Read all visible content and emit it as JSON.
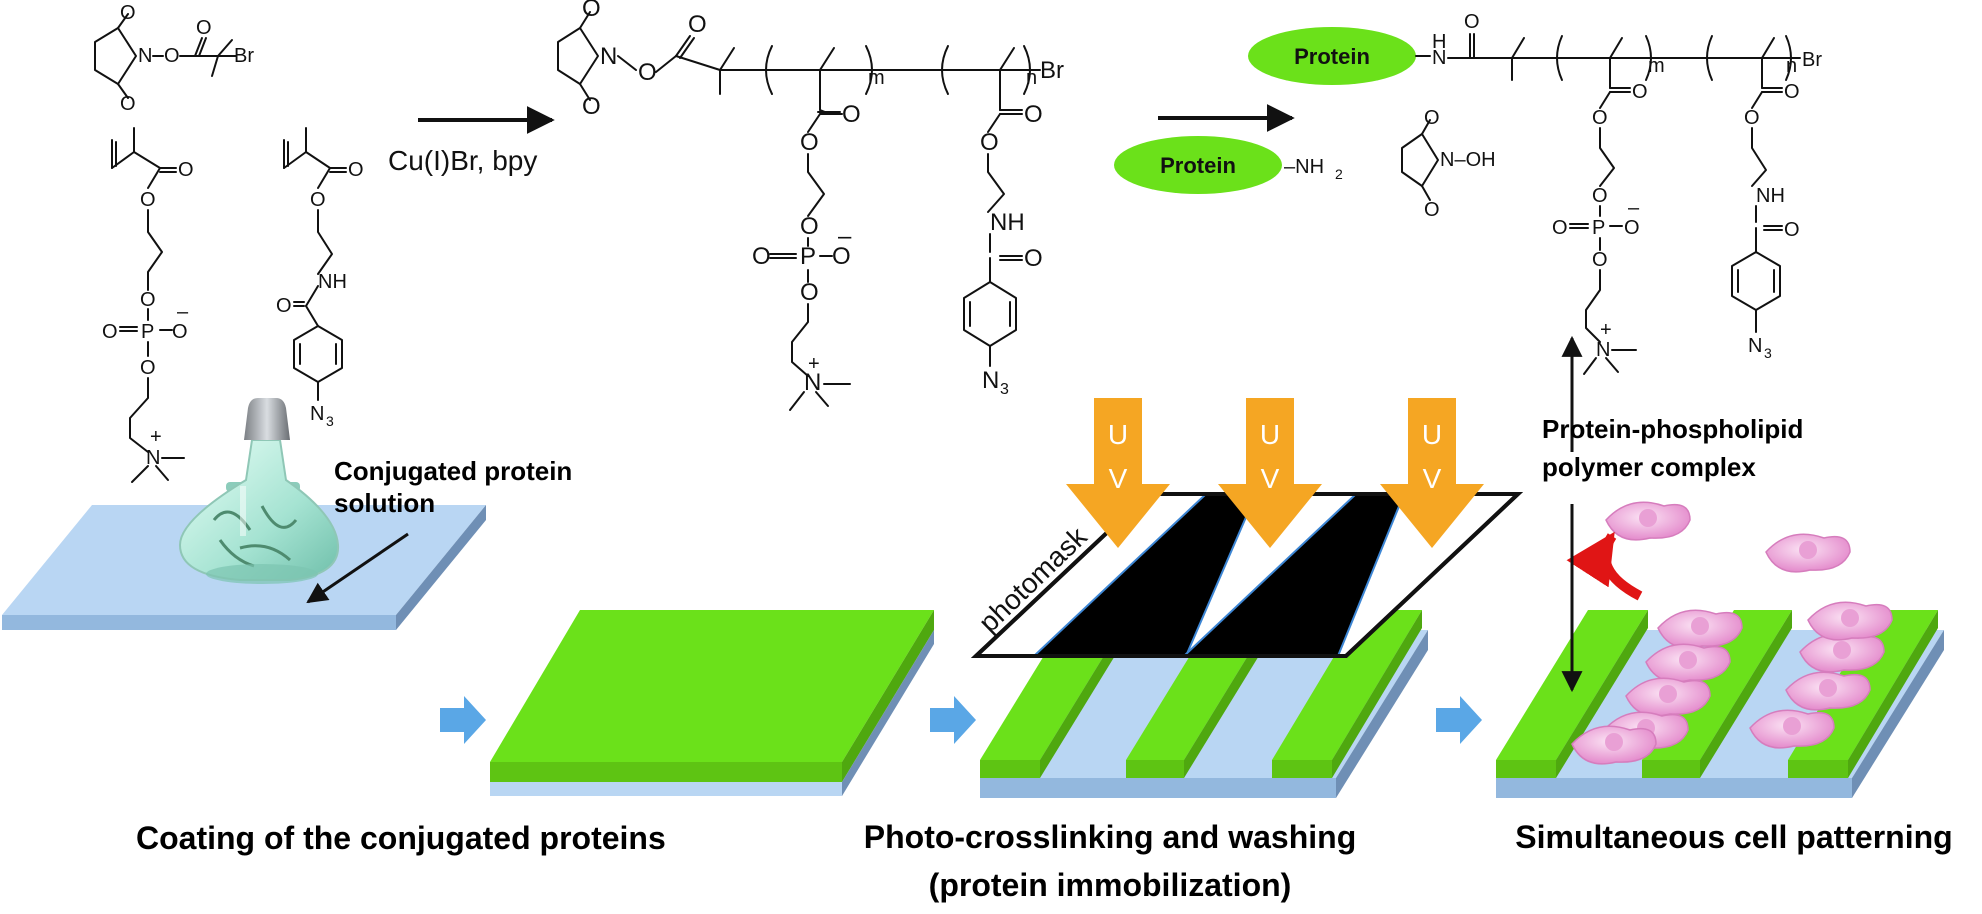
{
  "reagents": {
    "catalyst": "Cu(I)Br, bpy"
  },
  "atoms": {
    "O": "O",
    "N": "N",
    "Br": "Br",
    "NH": "NH",
    "P": "P",
    "H": "H",
    "N3": "N",
    "sub3": "3",
    "OH": "N–OH",
    "minus": "–",
    "plus": "+",
    "m": "m",
    "n": "n"
  },
  "protein": {
    "label": "Protein",
    "amine": "–NH",
    "amine_sub": "2"
  },
  "annotations": {
    "conjugated_solution": [
      "Conjugated protein",
      "solution"
    ],
    "complex": [
      "Protein-phospholipid",
      "polymer complex"
    ],
    "photomask": "photomask",
    "uv": [
      "U",
      "V"
    ]
  },
  "captions": {
    "coating": "Coating of the conjugated proteins",
    "photo": [
      "Photo-crosslinking and washing",
      "(protein immobilization)"
    ],
    "patterning": "Simultaneous cell patterning"
  },
  "colors": {
    "green": "#6be11a",
    "substrate": "#b9d6f3",
    "arrow_blue": "#5aa7e6",
    "uv_orange": "#f5a623",
    "cell_pink": "#f2b6df"
  }
}
